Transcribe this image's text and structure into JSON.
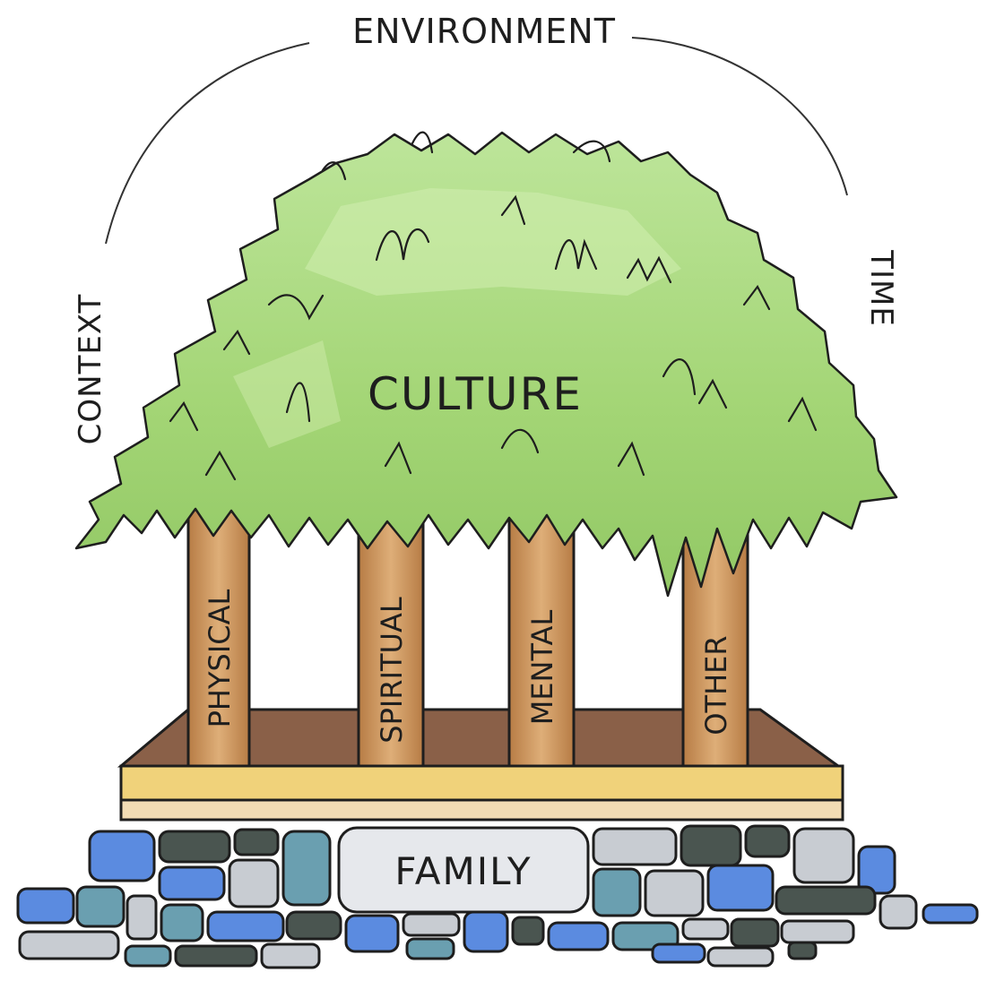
{
  "labels": {
    "environment": "ENVIRONMENT",
    "context": "CONTEXT",
    "time": "TIME",
    "culture": "CULTURE",
    "family": "FAMILY"
  },
  "posts": [
    {
      "label": "PHYSICAL"
    },
    {
      "label": "SPIRITUAL"
    },
    {
      "label": "MENTAL"
    },
    {
      "label": "OTHER"
    }
  ],
  "colors": {
    "thatch": "#a9d97a",
    "thatch_light": "#d2eeb0",
    "post": "#c9925a",
    "floor_inner": "#8a6048",
    "beam": "#f0d27a",
    "stone_blue": "#5b8be0",
    "stone_teal": "#6a9fb0",
    "stone_dark": "#4a5550",
    "stone_grey": "#c8ccd2",
    "ink": "#1e1e1e"
  }
}
